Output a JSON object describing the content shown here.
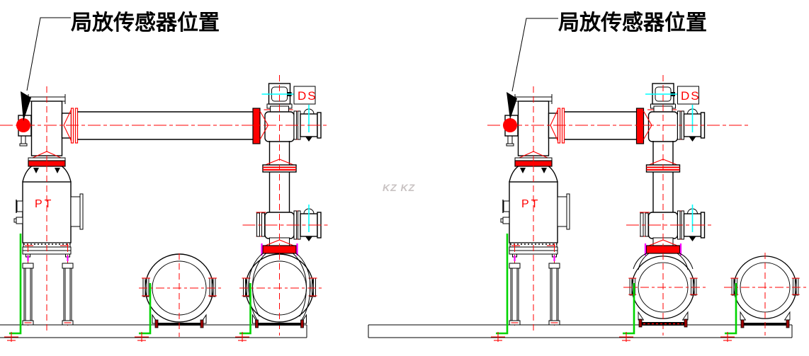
{
  "diagrams": {
    "left": {
      "sensor_label": "局放传感器位置",
      "pt_label": "PT",
      "ds_label": "DS"
    },
    "right": {
      "sensor_label": "局放传感器位置",
      "pt_label": "PT",
      "ds_label": "DS"
    }
  },
  "watermark": "KZ KZ",
  "colors": {
    "line": "#000000",
    "red": "#ff0000",
    "green": "#00d400",
    "cyan": "#00ffff",
    "magenta": "#ff00ff",
    "watermark": "#c9c3c3"
  }
}
